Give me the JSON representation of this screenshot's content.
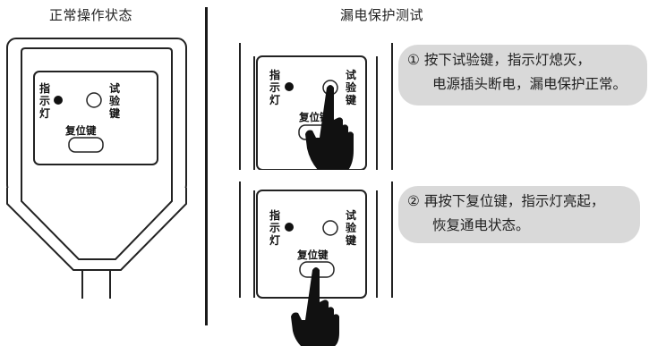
{
  "left_panel": {
    "title": "正常操作状态"
  },
  "right_panel": {
    "title": "漏电保护测试"
  },
  "device": {
    "indicator_label": [
      "指",
      "示",
      "灯"
    ],
    "test_label": [
      "试",
      "验",
      "键"
    ],
    "reset_label": "复位键"
  },
  "steps": [
    {
      "number": "①",
      "lines": [
        "① 按下试验键，指示灯熄灭，",
        "电源插头断电，漏电保护正常。"
      ]
    },
    {
      "number": "②",
      "lines": [
        "② 再按下复位键，指示灯亮起，",
        "恢复通电状态。"
      ]
    }
  ],
  "icons": [
    "plug-device-illustration",
    "hand-pointer-icon"
  ]
}
